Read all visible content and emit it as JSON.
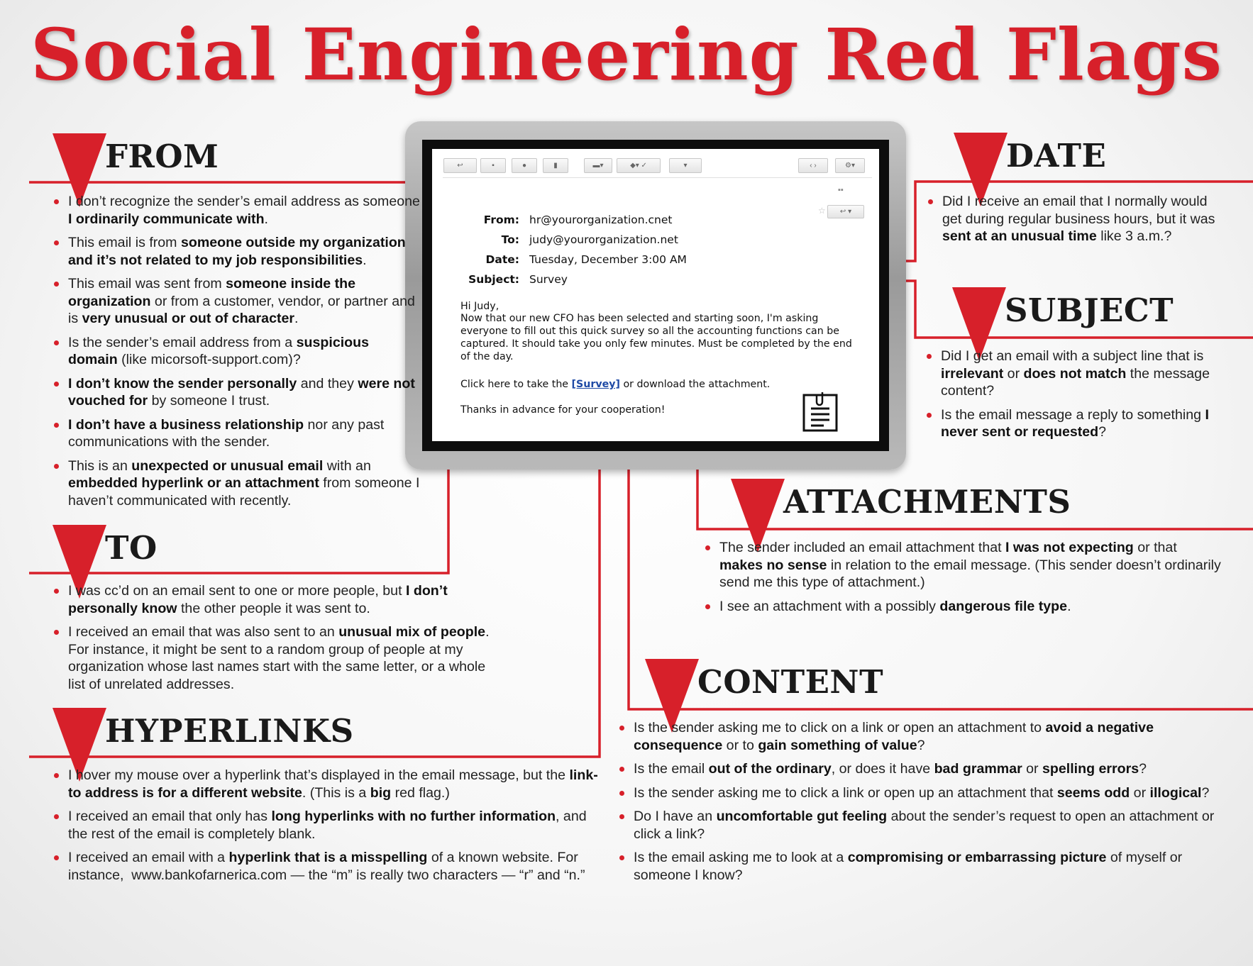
{
  "title": "Social Engineering Red Flags",
  "email": {
    "from_label": "From:",
    "from_value": "hr@yourorganization.cnet",
    "to_label": "To:",
    "to_value": "judy@yourorganization.net",
    "date_label": "Date:",
    "date_value": "Tuesday, December 3:00 AM",
    "subject_label": "Subject:",
    "subject_value": "Survey",
    "greeting": "Hi Judy,",
    "body": "Now that our new CFO has been selected and starting soon, I'm asking everyone to fill out this quick survey so all the accounting functions can be captured. It should take you only few minutes. Must be completed by the end of the day.",
    "cta_before": "Click here to take the ",
    "cta_link": "[Survey]",
    "cta_after": " or download the attachment.",
    "closing": "Thanks in advance for your cooperation!"
  },
  "sections": {
    "from": {
      "title": "FROM",
      "items": [
        "I don’t recognize the sender’s email address as someone <b>I ordinarily communicate with</b>.",
        "This email is from <b>someone outside my organization and it’s not related to my job responsibilities</b>.",
        "This email was sent from <b>someone inside the organization</b> or from a customer, vendor, or partner and is <b>very unusual or out of character</b>.",
        "Is the sender’s email address from a <b>suspicious domain</b> (like micorsoft-support.com)?",
        "<b>I don’t know the sender personally</b> and they <b>were not vouched for</b> by someone I trust.",
        "<b>I don’t have a business relationship</b> nor any past communications with the sender.",
        "This is an <b>unexpected or unusual email</b> with an <b>embedded hyperlink or an attachment</b> from someone I haven’t communicated with recently."
      ]
    },
    "to": {
      "title": "TO",
      "items": [
        "I was cc’d on an email sent to one or more people, but <b>I don’t personally know</b> the other people it was sent to.",
        "I received an email that was also sent to an <b>unusual mix of people</b>. For instance, it might be sent to a random group of people at my organization whose last names start with the same letter, or a whole list of unrelated addresses."
      ]
    },
    "hyperlinks": {
      "title": "HYPERLINKS",
      "items": [
        "I hover my mouse over a hyperlink that’s displayed in the email message, but the <b>link-to address is for a different website</b>. (This is a <b>big</b> red flag.)",
        "I received an email that only has <b>long hyperlinks with no further information</b>, and the rest of the email is completely blank.",
        "I received an email with a <b>hyperlink that is a misspelling</b> of a known website. For instance, &nbsp;www.bankofarnerica.com — the “m” is really two characters — “r” and “n.”"
      ]
    },
    "date": {
      "title": "DATE",
      "items": [
        "Did I receive an email that I normally would get during regular business hours, but it was <b>sent at an unusual time</b> like 3 a.m.?"
      ]
    },
    "subject": {
      "title": "SUBJECT",
      "items": [
        "Did I get an email with a subject line that is <b>irrelevant</b> or <b>does not match</b> the message content?",
        "Is the email message a reply to something <b>I never sent or requested</b>?"
      ]
    },
    "attachments": {
      "title": "ATTACHMENTS",
      "items": [
        "The sender included an email attachment that <b>I was not expecting</b> or that <b>makes no sense</b> in relation to the email message. (This sender doesn’t ordinarily send me this type of attachment.)",
        "I see an attachment with a possibly <b>dangerous file type</b>."
      ]
    },
    "content": {
      "title": "CONTENT",
      "items": [
        "Is the sender asking me to click on a link or open an attachment to <b>avoid a negative consequence</b> or to <b>gain something of value</b>?",
        "Is the email <b>out of the ordinary</b>, or does it have <b>bad grammar</b> or <b>spelling errors</b>?",
        "Is the sender asking me to click a link or open up an attachment that <b>seems odd</b> or <b>illogical</b>?",
        "Do I have an <b>uncomfortable gut feeling</b> about the sender’s request to open an attachment or click a link?",
        "Is the email asking me to look at a <b>compromising or embarrassing picture</b> of myself or someone I know?"
      ]
    }
  },
  "colors": {
    "accent": "#d7202a",
    "text": "#1e1e1e"
  },
  "icons": {
    "flag": "red-triangle-flag-icon",
    "attachment": "attachment-document-icon"
  }
}
